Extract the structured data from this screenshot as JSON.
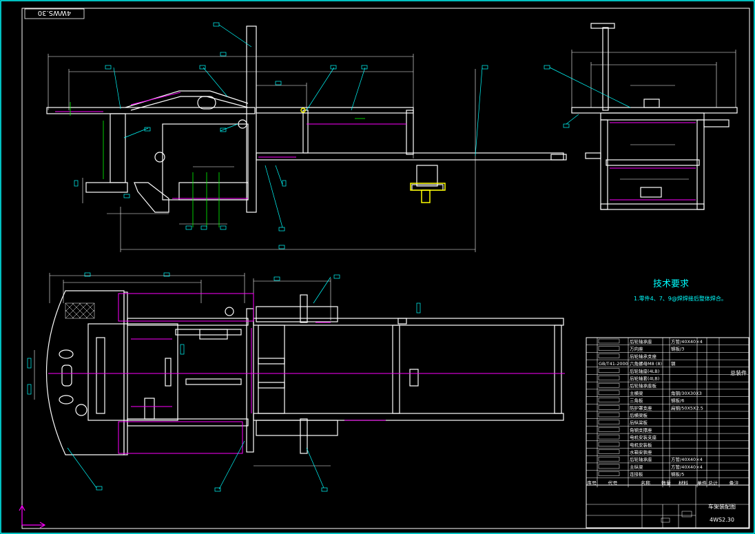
{
  "title_block": {
    "mirrored_code": "4WWS.30",
    "drawing_code": "4WS2.30",
    "drawing_name": "车架装配图",
    "remarks_header": "备注",
    "remark_side": "总装件"
  },
  "tech_requirements": {
    "heading": "技术要求",
    "line1": "1.零件4、7、9@焊焊接后整体焊合。"
  },
  "bom": {
    "header": [
      "序号",
      "代号",
      "名称",
      "数量",
      "材料",
      "单件",
      "总计",
      "备注"
    ],
    "rows": [
      {
        "name": "后轮轴承座",
        "material": "方管/40X40×4"
      },
      {
        "name": "万向座",
        "material": "钢板/3"
      },
      {
        "name": "后轮轴承支座",
        "material": ""
      },
      {
        "code": "GB/T41-2000",
        "name": "六角螺母M8 (8)",
        "material": "钢"
      },
      {
        "name": "后轮轴座(4LB)",
        "material": ""
      },
      {
        "name": "后轮轴套(4LB)",
        "material": ""
      },
      {
        "name": "后轮轴承座板",
        "material": ""
      },
      {
        "name": "主横梁",
        "material": "角钢/30X30X3"
      },
      {
        "name": "三角板",
        "material": "钢板/6"
      },
      {
        "name": "防护罩支座",
        "material": "扁钢/50X5X2.5"
      },
      {
        "name": "后横梁板",
        "material": ""
      },
      {
        "name": "后纵梁板",
        "material": ""
      },
      {
        "name": "角钢支撑座",
        "material": ""
      },
      {
        "name": "电机安装支座",
        "material": ""
      },
      {
        "name": "电机安装板",
        "material": ""
      },
      {
        "name": "水箱安装座",
        "material": ""
      },
      {
        "name": "后轮轴承座",
        "material": "方管/40X40×4"
      },
      {
        "name": "主纵梁",
        "material": "方管/40X40×4"
      },
      {
        "name": "连接板",
        "material": "钢板/5"
      }
    ]
  },
  "colors": {
    "line": "#ffffff",
    "leader": "#00ffff",
    "hidden": "#ff00ff",
    "dim": "#00ff00",
    "highlight": "#ffff00",
    "background": "#000000"
  }
}
